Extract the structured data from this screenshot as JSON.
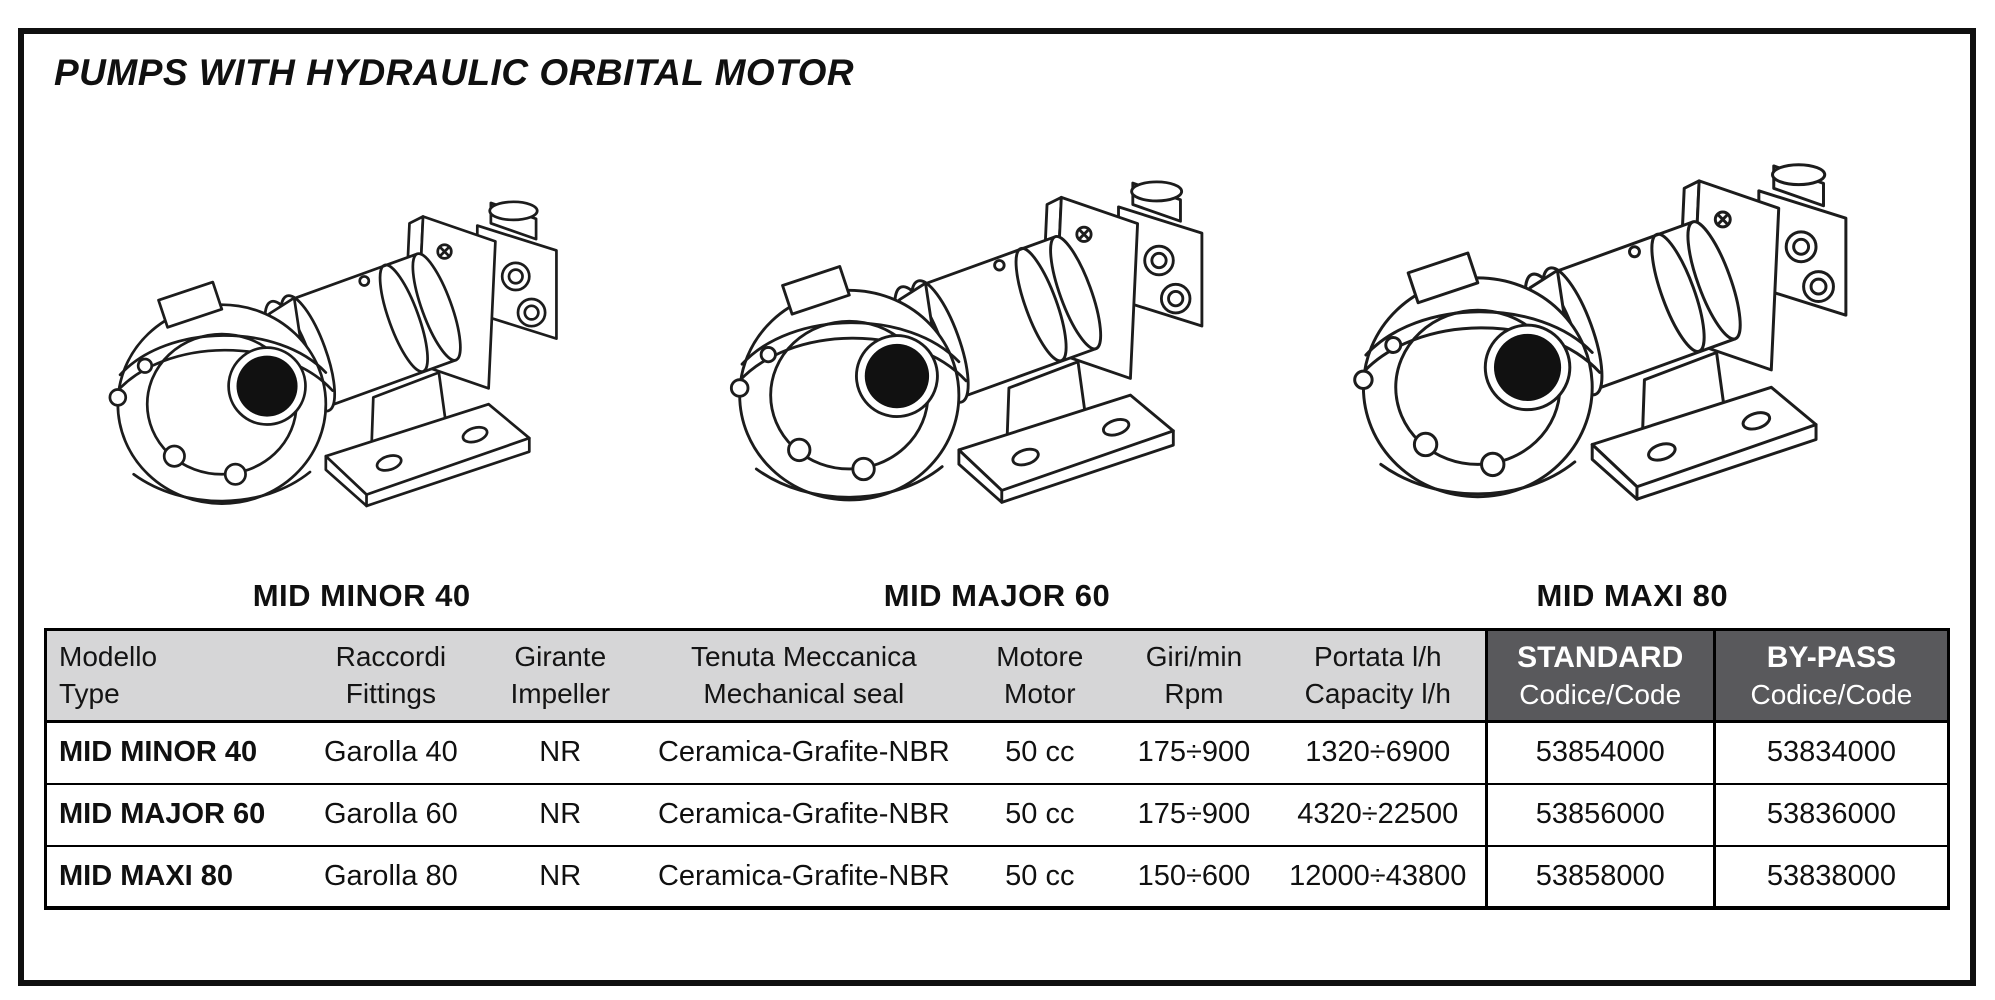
{
  "page": {
    "title": "PUMPS WITH HYDRAULIC ORBITAL MOTOR"
  },
  "models": [
    {
      "name": "MID MINOR 40"
    },
    {
      "name": "MID MAJOR 60"
    },
    {
      "name": "MID MAXI 80"
    }
  ],
  "table": {
    "headers": [
      {
        "line1": "Modello",
        "line2": "Type"
      },
      {
        "line1": "Raccordi",
        "line2": "Fittings"
      },
      {
        "line1": "Girante",
        "line2": "Impeller"
      },
      {
        "line1": "Tenuta Meccanica",
        "line2": "Mechanical seal"
      },
      {
        "line1": "Motore",
        "line2": "Motor"
      },
      {
        "line1": "Giri/min",
        "line2": "Rpm"
      },
      {
        "line1": "Portata l/h",
        "line2": "Capacity l/h"
      },
      {
        "line1": "STANDARD",
        "line2": "Codice/Code"
      },
      {
        "line1": "BY-PASS",
        "line2": "Codice/Code"
      }
    ],
    "rows": [
      {
        "cells": [
          "MID MINOR 40",
          "Garolla 40",
          "NR",
          "Ceramica-Grafite-NBR",
          "50 cc",
          "175÷900",
          "1320÷6900",
          "53854000",
          "53834000"
        ]
      },
      {
        "cells": [
          "MID MAJOR 60",
          "Garolla 60",
          "NR",
          "Ceramica-Grafite-NBR",
          "50 cc",
          "175÷900",
          "4320÷22500",
          "53856000",
          "53836000"
        ]
      },
      {
        "cells": [
          "MID MAXI 80",
          "Garolla 80",
          "NR",
          "Ceramica-Grafite-NBR",
          "50 cc",
          "150÷600",
          "12000÷43800",
          "53858000",
          "53838000"
        ]
      }
    ]
  },
  "colors": {
    "header_light": "#d6d6d7",
    "header_dark": "#59595c",
    "border": "#000000",
    "line_art": "#1c1c1c"
  }
}
